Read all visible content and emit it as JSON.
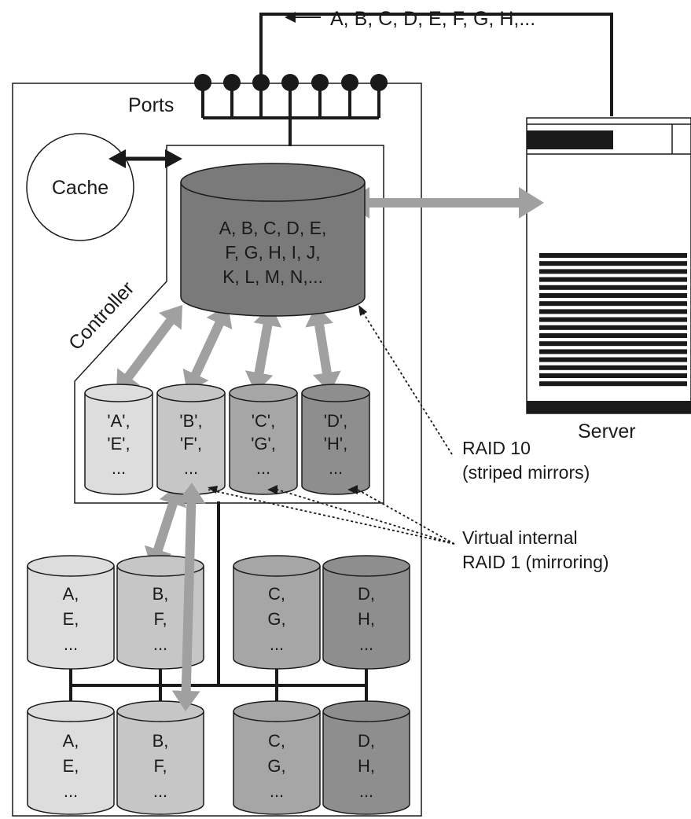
{
  "labels": {
    "top_sequence": "A, B, C, D, E, F, G, H,...",
    "ports": "Ports",
    "cache": "Cache",
    "controller": "Controller",
    "server": "Server",
    "raid10_line1": "RAID 10",
    "raid10_line2": "(striped mirrors)",
    "raid1_line1": "Virtual internal",
    "raid1_line2": "RAID 1 (mirroring)"
  },
  "main_volume": {
    "lines": [
      "A, B, C, D, E,",
      "F, G, H, I, J,",
      "K, L, M, N,..."
    ]
  },
  "virtual_disks": [
    {
      "lines": [
        "'A',",
        "'E',",
        "..."
      ]
    },
    {
      "lines": [
        "'B',",
        "'F',",
        "..."
      ]
    },
    {
      "lines": [
        "'C',",
        "'G',",
        "..."
      ]
    },
    {
      "lines": [
        "'D',",
        "'H',",
        "..."
      ]
    }
  ],
  "physical_disks_top": [
    {
      "lines": [
        "A,",
        "E,",
        "..."
      ]
    },
    {
      "lines": [
        "B,",
        "F,",
        "..."
      ]
    },
    {
      "lines": [
        "C,",
        "G,",
        "..."
      ]
    },
    {
      "lines": [
        "D,",
        "H,",
        "..."
      ]
    }
  ],
  "physical_disks_bottom": [
    {
      "lines": [
        "A,",
        "E,",
        "..."
      ]
    },
    {
      "lines": [
        "B,",
        "F,",
        "..."
      ]
    },
    {
      "lines": [
        "C,",
        "G,",
        "..."
      ]
    },
    {
      "lines": [
        "D,",
        "H,",
        "..."
      ]
    }
  ],
  "colors": {
    "line": "#1a1a1a",
    "arrow": "#a0a0a0",
    "main_volume": "#7a7a7a",
    "disk_a": "#dddddd",
    "disk_b": "#c6c6c6",
    "disk_c": "#a6a6a6",
    "disk_d": "#8e8e8e"
  }
}
